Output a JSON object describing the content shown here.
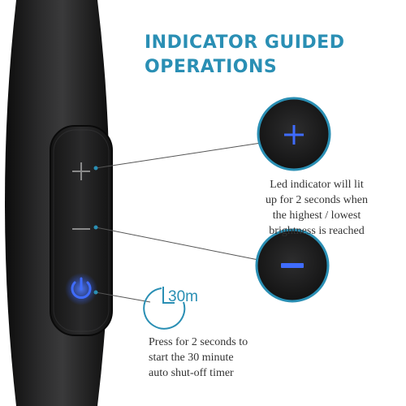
{
  "heading": {
    "line1": "INDICATOR GUIDED",
    "line2": "OPERATIONS"
  },
  "brightness_note": {
    "line1": "Led indicator will lit",
    "line2": "up for 2 seconds when",
    "line3": "the highest / lowest",
    "line4": "brightness is reached"
  },
  "timer": {
    "readout": "30m",
    "note_line1": "Press for 2 seconds to",
    "note_line2": "start the 30 minute",
    "note_line3": "auto shut-off timer"
  },
  "icons": {
    "plus": "plus-icon",
    "minus": "minus-icon",
    "power": "power-icon",
    "timer": "timer-icon"
  },
  "colors": {
    "accent": "#2a8fb4",
    "led_blue": "#2e5cff",
    "body": "#1e1e1f",
    "text": "#333333"
  }
}
